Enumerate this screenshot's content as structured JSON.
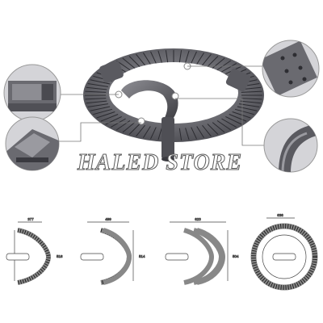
{
  "watermark": {
    "text": "HALED STORE"
  },
  "drawings": [
    {
      "width_label": "377",
      "height_label": "516"
    },
    {
      "width_label": "499",
      "height_label": "514"
    },
    {
      "width_label": "623",
      "height_label": "504"
    },
    {
      "width_label": "636"
    }
  ],
  "colors": {
    "metal_dark": "#3b3b3f",
    "metal_mid": "#6d6d72",
    "metal_light": "#a9a9ae",
    "line": "#444444",
    "watermark": "#ffffff",
    "watermark_stroke": "#5a5a5a"
  }
}
